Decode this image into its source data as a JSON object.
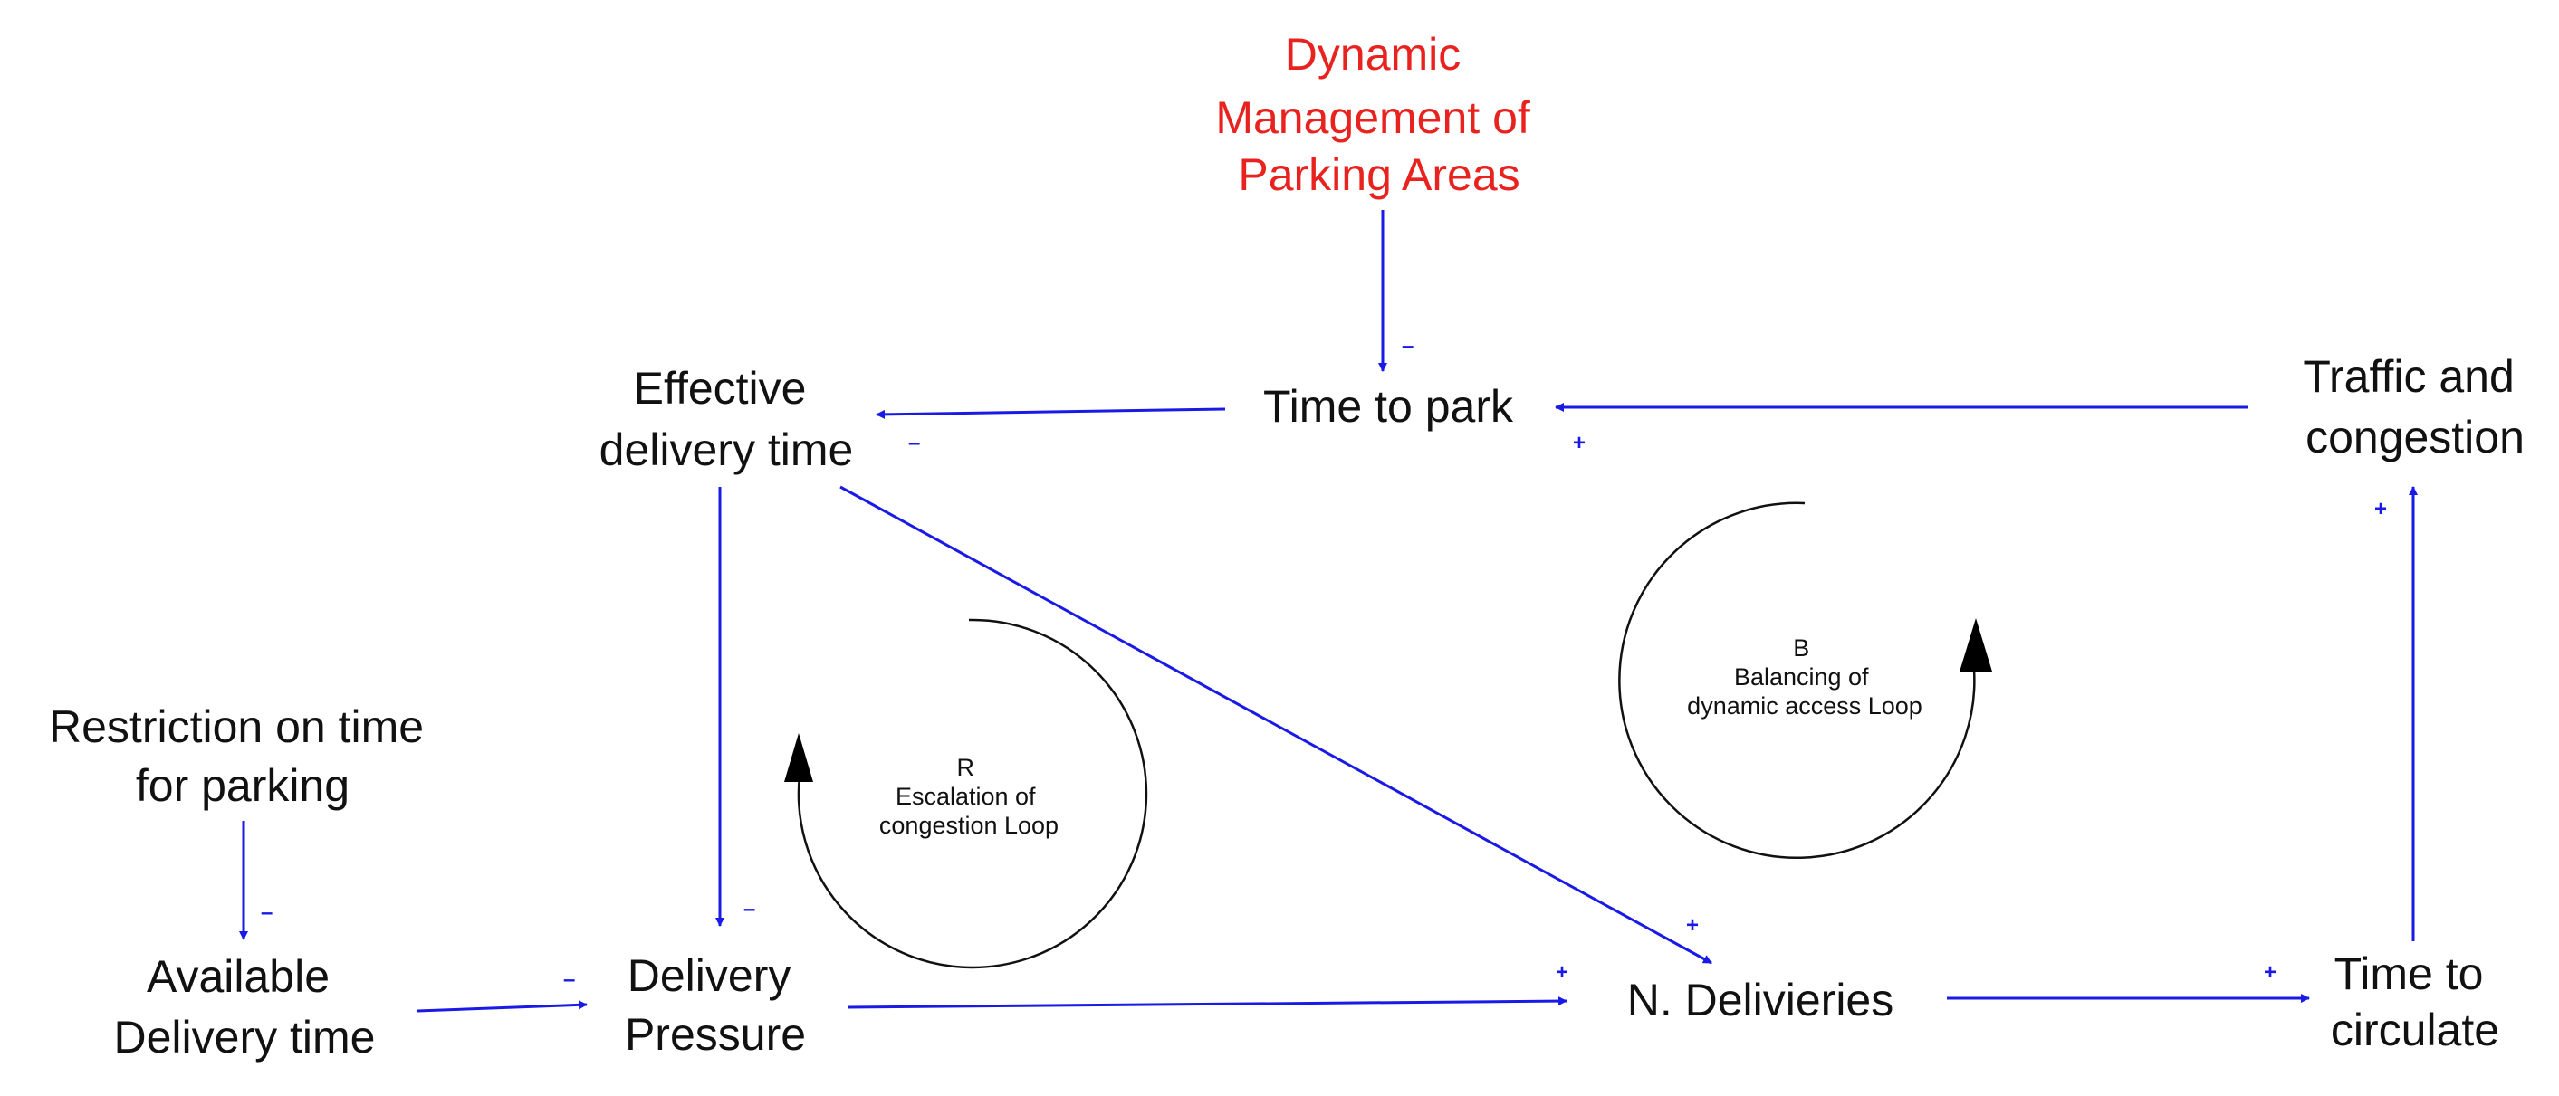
{
  "nodes": {
    "dynamic_management": [
      "Dynamic",
      "Management of",
      "Parking Areas"
    ],
    "time_to_park": [
      "Time to park"
    ],
    "effective_delivery_time": [
      "Effective",
      "delivery time"
    ],
    "traffic_congestion": [
      "Traffic and",
      "congestion"
    ],
    "restriction_parking": [
      "Restriction on time",
      "for parking"
    ],
    "available_delivery_time": [
      "Available",
      "Delivery time"
    ],
    "delivery_pressure": [
      "Delivery",
      "Pressure"
    ],
    "n_deliveries": [
      "N. Delivieries"
    ],
    "time_to_circulate": [
      "Time to",
      "circulate"
    ]
  },
  "loops": {
    "reinforcing": [
      "R",
      "Escalation of",
      "congestion Loop"
    ],
    "balancing": [
      "B",
      "Balancing of",
      "dynamic access Loop"
    ]
  },
  "edges": [
    {
      "from": "dynamic_management",
      "to": "time_to_park",
      "polarity": "–"
    },
    {
      "from": "time_to_park",
      "to": "effective_delivery_time",
      "polarity": "–"
    },
    {
      "from": "traffic_congestion",
      "to": "time_to_park",
      "polarity": "+"
    },
    {
      "from": "effective_delivery_time",
      "to": "delivery_pressure",
      "polarity": "–"
    },
    {
      "from": "effective_delivery_time",
      "to": "n_deliveries",
      "polarity": "+"
    },
    {
      "from": "restriction_parking",
      "to": "available_delivery_time",
      "polarity": "–"
    },
    {
      "from": "available_delivery_time",
      "to": "delivery_pressure",
      "polarity": "–"
    },
    {
      "from": "delivery_pressure",
      "to": "n_deliveries",
      "polarity": "+"
    },
    {
      "from": "n_deliveries",
      "to": "time_to_circulate",
      "polarity": "+"
    },
    {
      "from": "time_to_circulate",
      "to": "traffic_congestion",
      "polarity": "+"
    }
  ],
  "colors": {
    "edge": "#1a1ae6",
    "policy_node": "#e8231f",
    "node_text": "#111111",
    "loop": "#111111",
    "background": "#ffffff"
  }
}
